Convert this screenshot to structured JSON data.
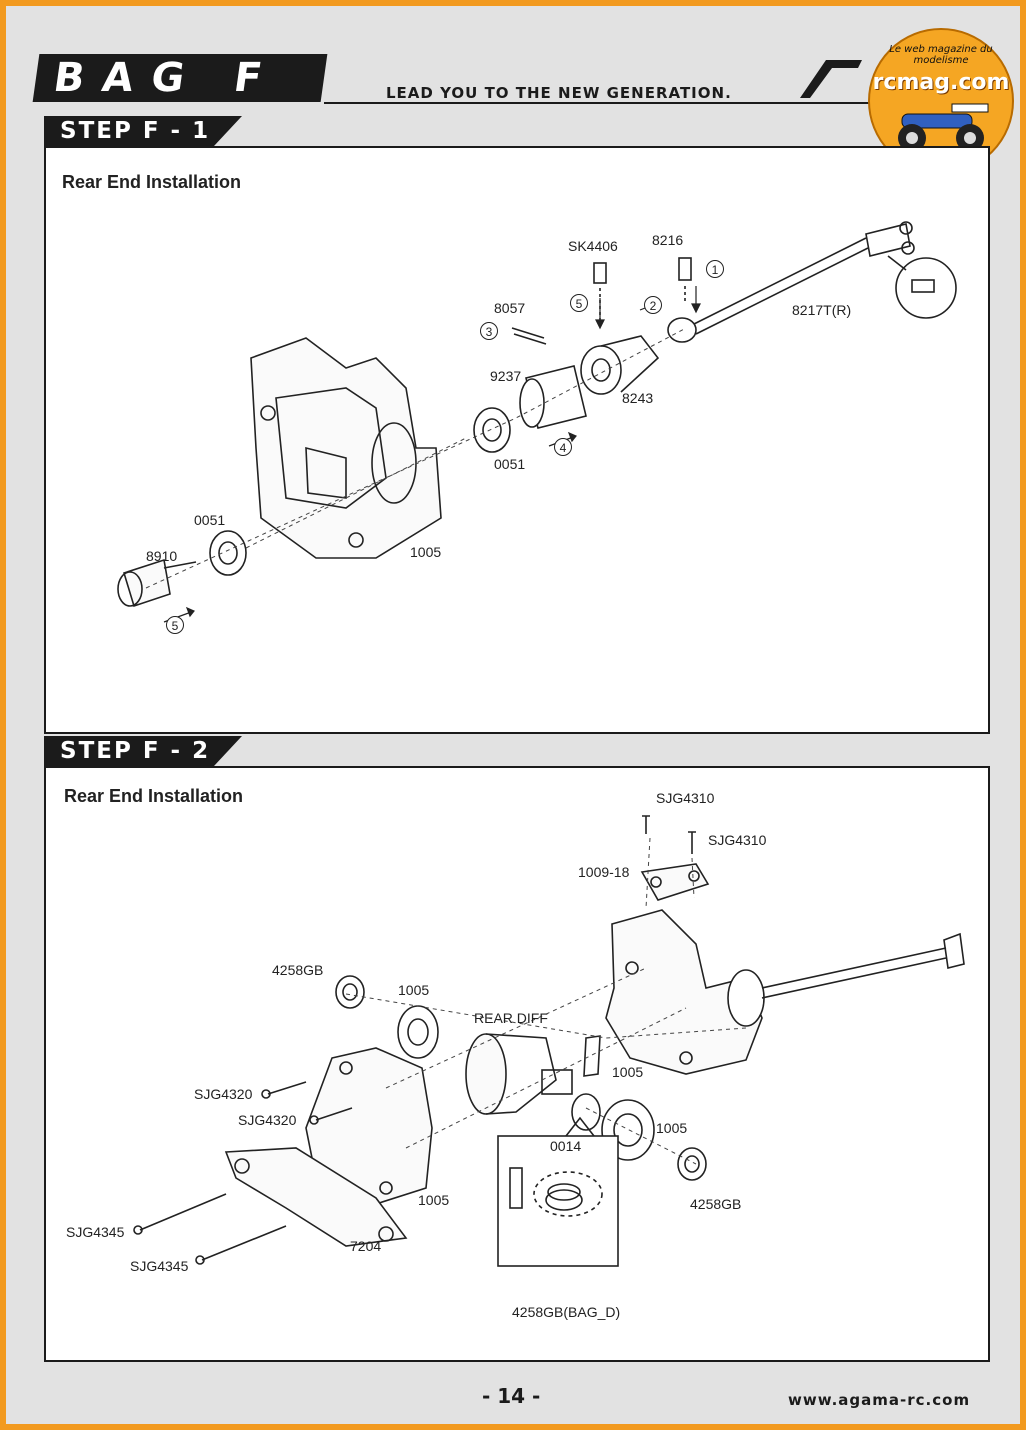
{
  "header": {
    "bag_title": "BAG F",
    "tagline": "LEAD YOU TO THE NEW GENERATION."
  },
  "watermark": {
    "site": "rcmag.com",
    "text": "Le web magazine du modelisme"
  },
  "step1": {
    "tag": "STEP F - 1",
    "title": "Rear End Installation",
    "parts": {
      "sk4406": "SK4406",
      "p8216": "8216",
      "p8057": "8057",
      "p8217": "8217T(R)",
      "p9237": "9237",
      "p8243": "8243",
      "p0051a": "0051",
      "p0051b": "0051",
      "p8910": "8910",
      "p1005": "1005"
    },
    "steps": [
      "1",
      "2",
      "3",
      "4",
      "5",
      "5"
    ]
  },
  "step2": {
    "tag": "STEP F - 2",
    "title": "Rear End Installation",
    "parts": {
      "sjg4310a": "SJG4310",
      "sjg4310b": "SJG4310",
      "p1009": "1009-18",
      "p4258a": "4258GB",
      "p1005a": "1005",
      "reardiff": "REAR DIFF",
      "sjg4320a": "SJG4320",
      "sjg4320b": "SJG4320",
      "p1005b": "1005",
      "p1005c": "1005",
      "p0014": "0014",
      "p4258b": "4258GB",
      "p1005d": "1005",
      "sjg4345a": "SJG4345",
      "p7204": "7204",
      "sjg4345b": "SJG4345",
      "bag_d": "4258GB(BAG_D)"
    }
  },
  "footer": {
    "page": "- 14 -",
    "website": "www.agama-rc.com"
  },
  "colors": {
    "frame": "#f29a1f",
    "dark": "#1b1b1b",
    "background": "#e2e2e2"
  }
}
